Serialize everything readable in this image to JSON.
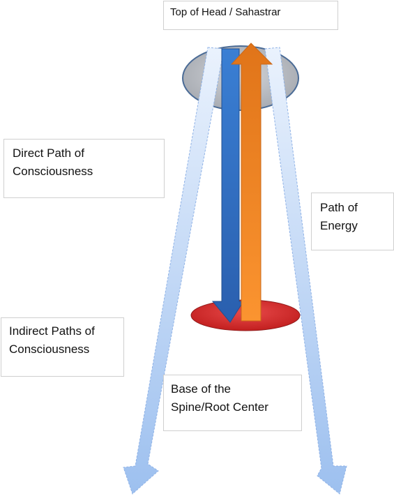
{
  "labels": {
    "top": "Top of Head / Sahastrar",
    "direct_line1": "Direct Path of",
    "direct_line2": "Consciousness",
    "energy_line1": "Path of",
    "energy_line2": "Energy",
    "indirect_line1": "Indirect Paths of",
    "indirect_line2": "Consciousness",
    "base_line1": "Base of the",
    "base_line2": "Spine/Root Center"
  },
  "colors": {
    "head_ellipse_fill": "#b9bcc2",
    "head_ellipse_stroke": "#4a6b96",
    "root_ellipse_fill": "#d42b2b",
    "root_ellipse_stroke": "#8f1a1a",
    "consciousness_arrow": "#2f6fc4",
    "energy_arrow": "#f28a24",
    "indirect_arrow": "#a8c8f2",
    "label_border": "#cfcfcf"
  }
}
